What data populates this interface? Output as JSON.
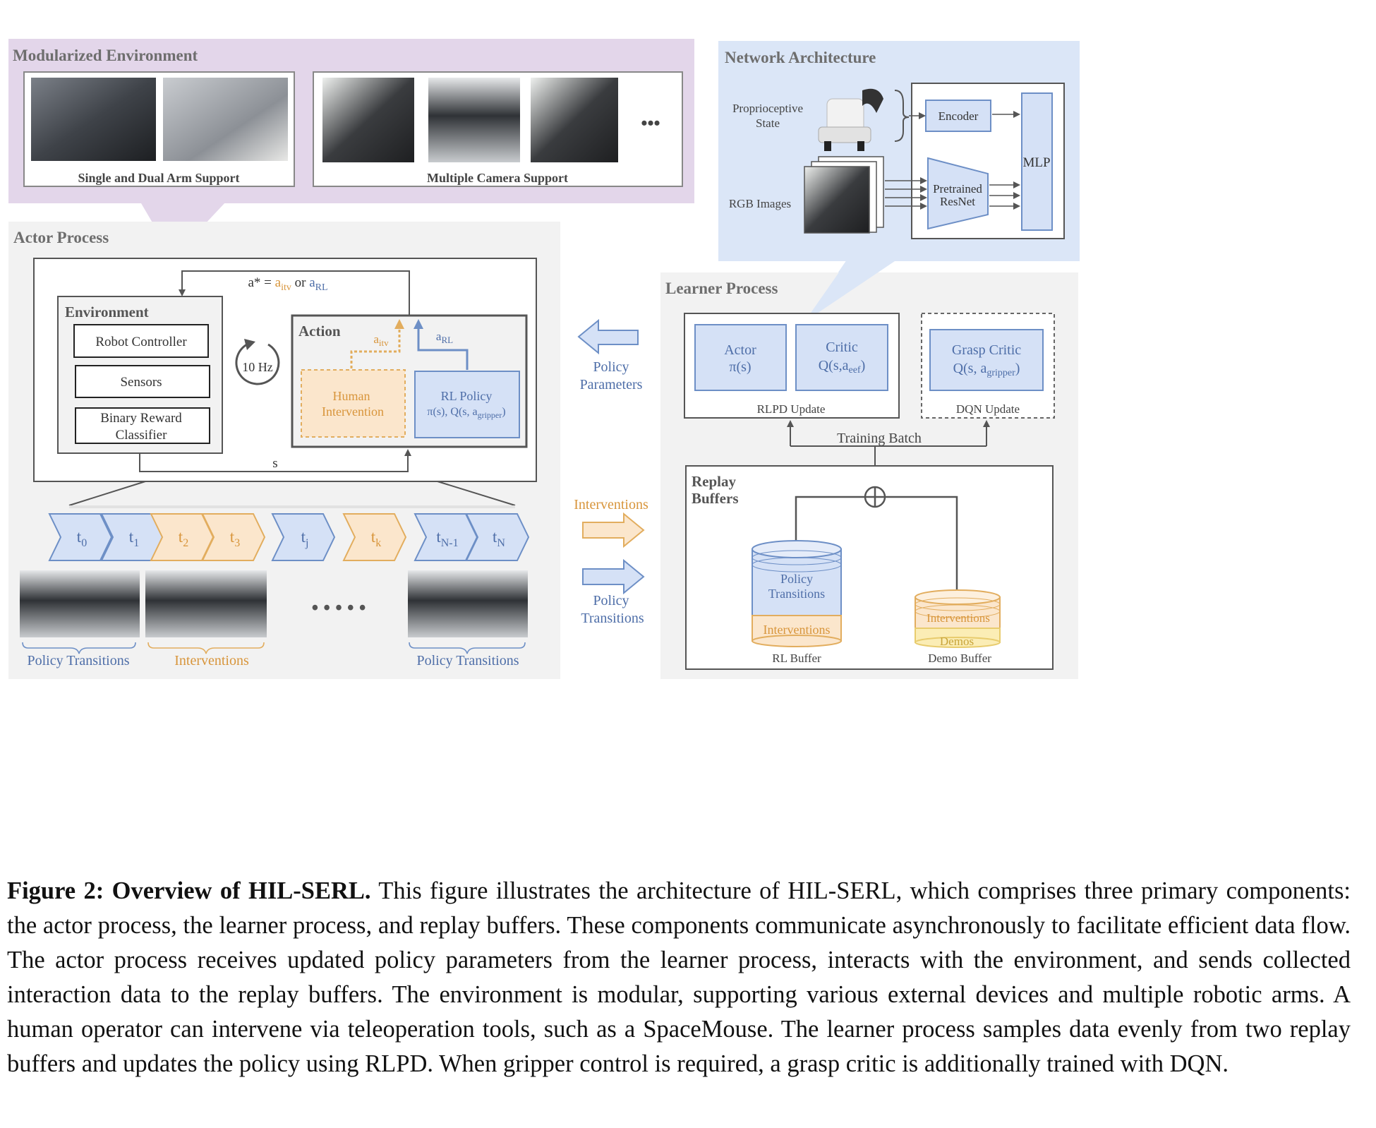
{
  "modularized_env": {
    "title": "Modularized Environment",
    "arm_caption": "Single and Dual Arm Support",
    "camera_caption": "Multiple Camera Support",
    "more": "•••"
  },
  "network": {
    "title": "Network Architecture",
    "proprio_line1": "Proprioceptive",
    "proprio_line2": "State",
    "rgb": "RGB Images",
    "encoder": "Encoder",
    "resnet_line1": "Pretrained",
    "resnet_line2": "ResNet",
    "mlp": "MLP"
  },
  "actor": {
    "title": "Actor Process",
    "action_eq": {
      "base": "a* = ",
      "itv": "a",
      "itv_sub": "itv",
      "or": " or ",
      "rl": "a",
      "rl_sub": "RL"
    },
    "env_title": "Environment",
    "robot_controller": "Robot Controller",
    "sensors": "Sensors",
    "reward_line1": "Binary Reward",
    "reward_line2": "Classifier",
    "rate": "10 Hz",
    "action_title": "Action",
    "a_itv": {
      "base": "a",
      "sub": "itv"
    },
    "a_rl": {
      "base": "a",
      "sub": "RL"
    },
    "human_line1": "Human",
    "human_line2": "Intervention",
    "rl_policy_line1": "RL Policy",
    "rl_policy_line2": {
      "base": "π(s), Q(s, a",
      "sub": "gripper",
      "end": ")"
    },
    "state": "s"
  },
  "timeline": {
    "chevrons": [
      {
        "base": "t",
        "sub": "0",
        "kind": "policy"
      },
      {
        "base": "t",
        "sub": "1",
        "kind": "policy"
      },
      {
        "base": "t",
        "sub": "2",
        "kind": "intervention"
      },
      {
        "base": "t",
        "sub": "3",
        "kind": "intervention"
      },
      {
        "base": "t",
        "sub": "j",
        "kind": "policy"
      },
      {
        "base": "t",
        "sub": "k",
        "kind": "intervention"
      },
      {
        "base": "t",
        "sub": "N-1",
        "kind": "policy"
      },
      {
        "base": "t",
        "sub": "N",
        "kind": "policy"
      }
    ],
    "dots": "• • • • •",
    "label_policy_left": "Policy Transitions",
    "label_interventions": "Interventions",
    "label_policy_right": "Policy Transitions"
  },
  "middle": {
    "policy_params_line1": "Policy",
    "policy_params_line2": "Parameters",
    "interventions": "Interventions",
    "policy_trans_line1": "Policy",
    "policy_trans_line2": "Transitions"
  },
  "learner": {
    "title": "Learner Process",
    "actor_line1": "Actor",
    "actor_line2": "π(s)",
    "critic_line1": "Critic",
    "critic_line2": {
      "base": "Q(s,a",
      "sub": "eef",
      "end": ")"
    },
    "grasp_line1": "Grasp Critic",
    "grasp_line2": {
      "base": "Q(s, a",
      "sub": "gripper",
      "end": ")"
    },
    "rlpd_update": "RLPD Update",
    "dqn_update": "DQN Update",
    "training_batch": "Training Batch",
    "replay_line1": "Replay",
    "replay_line2": "Buffers",
    "rl_buf_policy_line1": "Policy",
    "rl_buf_policy_line2": "Transitions",
    "rl_buf_interventions": "Interventions",
    "rl_buffer": "RL Buffer",
    "demo_buf_interventions": "Interventions",
    "demo_buf_demos": "Demos",
    "demo_buffer": "Demo Buffer"
  },
  "caption": {
    "label": "Figure 2: Overview of HIL-SERL.",
    "text": " This figure illustrates the architecture of HIL-SERL, which comprises three primary components: the actor process, the learner process, and replay buffers. These components communicate asynchronously to facilitate efficient data flow. The actor process receives updated policy parameters from the learner process, interacts with the environment, and sends collected interaction data to the replay buffers. The environment is modular, supporting various external devices and multiple robotic arms. A human operator can intervene via teleoperation tools, such as a SpaceMouse. The learner process samples data evenly from two replay buffers and updates the policy using RLPD. When gripper control is required, a grasp critic is additionally trained with DQN."
  },
  "colors": {
    "purple_bg": "#e3d6ea",
    "blue_bg": "#dbe6f7",
    "gray_bg": "#f2f2f2",
    "blue_fill": "#d5e1f6",
    "blue_stroke": "#6d8fc6",
    "orange_fill": "#fbe6cc",
    "orange_stroke": "#e2ad5e",
    "orange_text": "#d8953b",
    "blue_text": "#4e6ea8",
    "yellow_fill": "#fbedb5",
    "dark": "#555555"
  }
}
